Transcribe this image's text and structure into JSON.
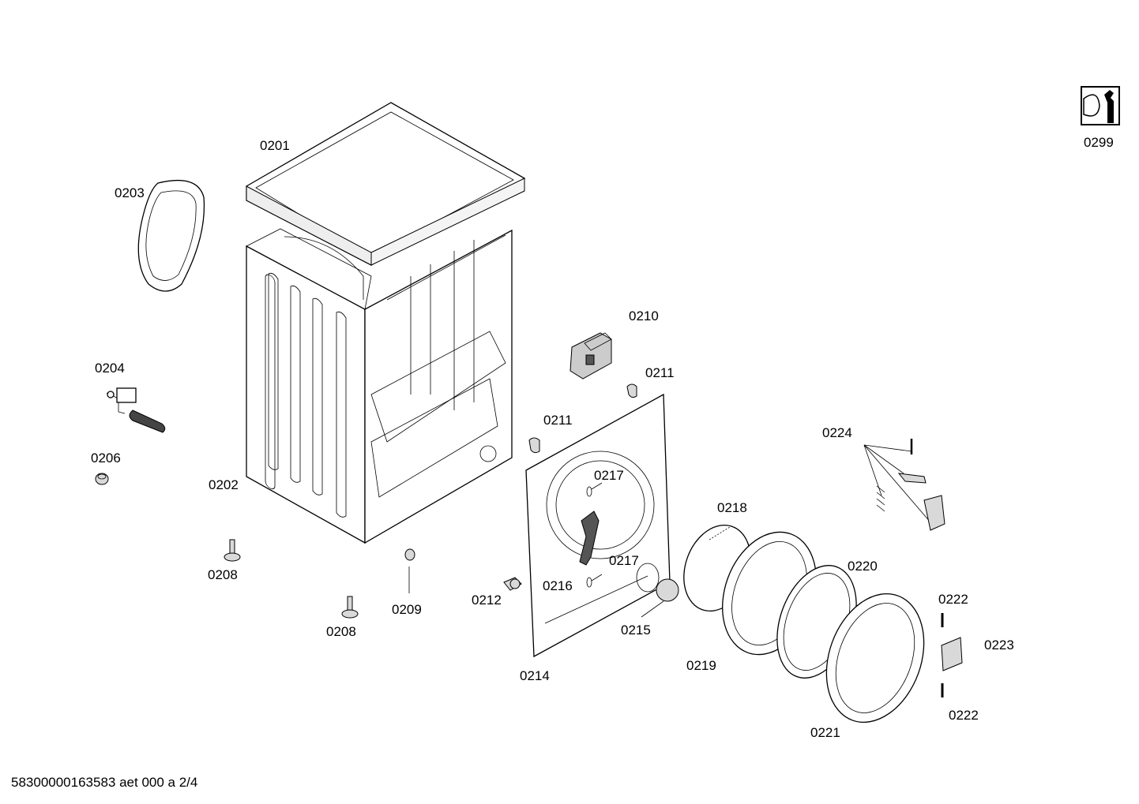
{
  "document_id": "58300000163583 aet 000 a 2/4",
  "parts": [
    {
      "id": "0201"
    },
    {
      "id": "0202"
    },
    {
      "id": "0203"
    },
    {
      "id": "0204"
    },
    {
      "id": "0206"
    },
    {
      "id": "0208"
    },
    {
      "id": "0208"
    },
    {
      "id": "0209"
    },
    {
      "id": "0210"
    },
    {
      "id": "0211"
    },
    {
      "id": "0211"
    },
    {
      "id": "0212"
    },
    {
      "id": "0214"
    },
    {
      "id": "0215"
    },
    {
      "id": "0216"
    },
    {
      "id": "0217"
    },
    {
      "id": "0217"
    },
    {
      "id": "0218"
    },
    {
      "id": "0219"
    },
    {
      "id": "0220"
    },
    {
      "id": "0221"
    },
    {
      "id": "0222"
    },
    {
      "id": "0222"
    },
    {
      "id": "0223"
    },
    {
      "id": "0224"
    },
    {
      "id": "0299"
    }
  ],
  "icons": {
    "service": "wrench-tool-icon"
  }
}
